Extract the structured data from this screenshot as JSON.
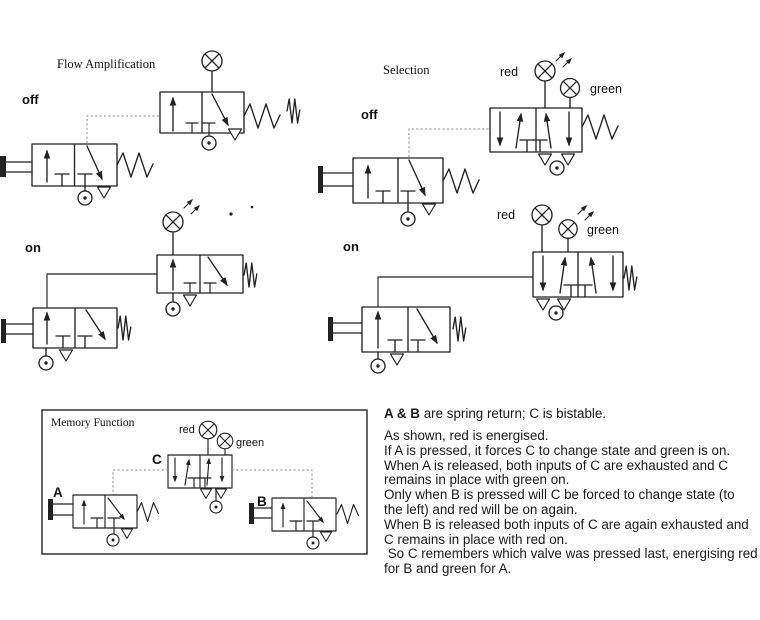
{
  "flow_amplification": {
    "title": "Flow Amplification",
    "off_label": "off",
    "on_label": "on"
  },
  "selection": {
    "title": "Selection",
    "off_label": "off",
    "on_label": "on",
    "red_label": "red",
    "green_label": "green"
  },
  "memory": {
    "title": "Memory Function",
    "red_label": "red",
    "green_label": "green",
    "valve_a_label": "A",
    "valve_b_label": "B",
    "valve_c_label": "C"
  },
  "notes": {
    "intro_bold": "A & B",
    "intro_rest": " are spring return; C is bistable.",
    "lines": [
      "As shown, red is energised.",
      "If A is pressed, it forces C to change state and green is on.",
      "When A is released, both inputs of C are exhausted and C",
      "remains in place with green on.",
      "Only when B is pressed will C be forced to change state (to",
      "the left) and red will be on again.",
      "When B is released both inputs of C are again exhausted and",
      "C remains in place with red on.",
      " So C remembers which valve was pressed last, energising red",
      "for B and green for A."
    ]
  },
  "colors": {
    "ink": "#222222",
    "dashed_line": "#8a8a8a",
    "background": "#ffffff"
  }
}
